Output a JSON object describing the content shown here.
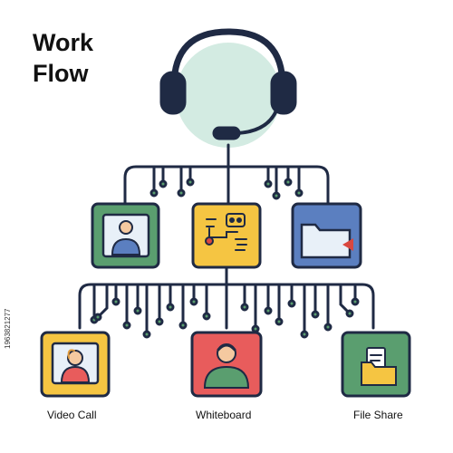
{
  "title": {
    "line1": "Work",
    "line2": "Flow"
  },
  "labels": {
    "video_call": "Video Call",
    "whiteboard": "Whiteboard",
    "file_share": "File Share"
  },
  "watermark": "1963821277",
  "colors": {
    "outline": "#1f2a44",
    "headset_circle": "#d3ebe2",
    "tile_green": "#5a9e6f",
    "tile_yellow": "#f5c542",
    "tile_blue": "#5b7fc0",
    "tile_red": "#e85c5c",
    "screen_light": "#e8f0f8",
    "accent_red": "#d9473f"
  },
  "icons": [
    "headset-icon",
    "video-call-icon",
    "whiteboard-icon",
    "folder-icon",
    "person-icon",
    "document-icon"
  ]
}
